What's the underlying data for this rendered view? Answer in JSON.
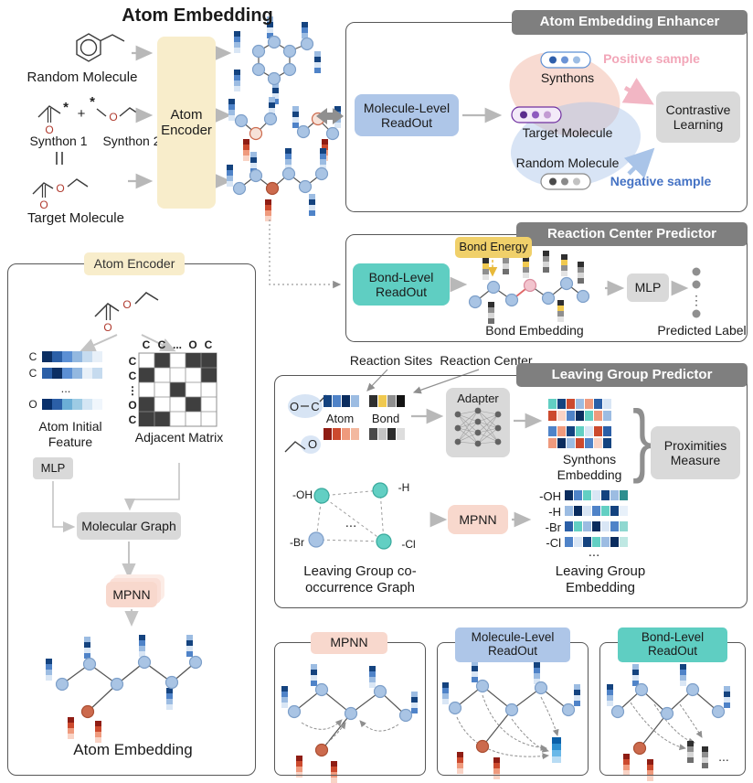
{
  "atoms": {
    "O": "O",
    "C": "C",
    "star": "*",
    "plus": "+"
  },
  "ellipsis": {
    "h": "...",
    "v": "⋮"
  },
  "top": {
    "title": "Atom Embedding",
    "random_molecule": "Random Molecule",
    "synthon1": "Synthon 1",
    "synthon2": "Synthon 2",
    "target_molecule": "Target Molecule",
    "atom_encoder": "Atom Encoder"
  },
  "enhancer": {
    "title": "Atom Embedding Enhancer",
    "readout": "Molecule-Level ReadOut",
    "synthons": "Synthons",
    "positive_sample": "Positive sample",
    "target_molecule": "Target Molecule",
    "random_molecule": "Random Molecule",
    "negative_sample": "Negative sample",
    "contrastive": "Contrastive Learning"
  },
  "rcp": {
    "title": "Reaction Center Predictor",
    "readout": "Bond-Level ReadOut",
    "bond_energy": "Bond Energy",
    "bond_embedding": "Bond Embedding",
    "mlp": "MLP",
    "predicted_label": "Predicted Label"
  },
  "links": {
    "reaction_sites": "Reaction Sites",
    "reaction_center": "Reaction Center"
  },
  "lgp": {
    "title": "Leaving Group Predictor",
    "atom": "Atom",
    "bond": "Bond",
    "adapter": "Adapter",
    "synthons_embedding": "Synthons Embedding",
    "proximities": "Proximities Measure",
    "mpnn": "MPNN",
    "graph_label": "Leaving Group co-occurrence Graph",
    "embedding_label": "Leaving Group Embedding",
    "groups": [
      "-OH",
      "-H",
      "-Br",
      "-Cl"
    ]
  },
  "encoder": {
    "title": "Atom Encoder",
    "atom_initial_feature": "Atom Initial Feature",
    "adjacent_matrix": "Adjacent Matrix",
    "mlp": "MLP",
    "molecular_graph": "Molecular Graph",
    "mpnn": "MPNN",
    "atom_embedding": "Atom Embedding",
    "matrix_top": [
      "C",
      "C",
      "...",
      "O",
      "C"
    ],
    "matrix_left": [
      "C",
      "C",
      "⋮",
      "O",
      "C"
    ],
    "feature_rows": [
      "C",
      "C",
      "O"
    ]
  },
  "legend": {
    "mpnn": "MPNN",
    "mol_readout": "Molecule-Level ReadOut",
    "bond_readout": "Bond-Level ReadOut"
  },
  "colors": {
    "accent_cream": "#f8edcb",
    "accent_blue": "#aec6e8",
    "accent_teal": "#5fcec2",
    "accent_pink": "#f8d8cd",
    "accent_yellow": "#f0d06a",
    "tab_gray": "#7f7f7f",
    "positive_pink": "#f2a6b8",
    "negative_blue": "#4472c4"
  }
}
